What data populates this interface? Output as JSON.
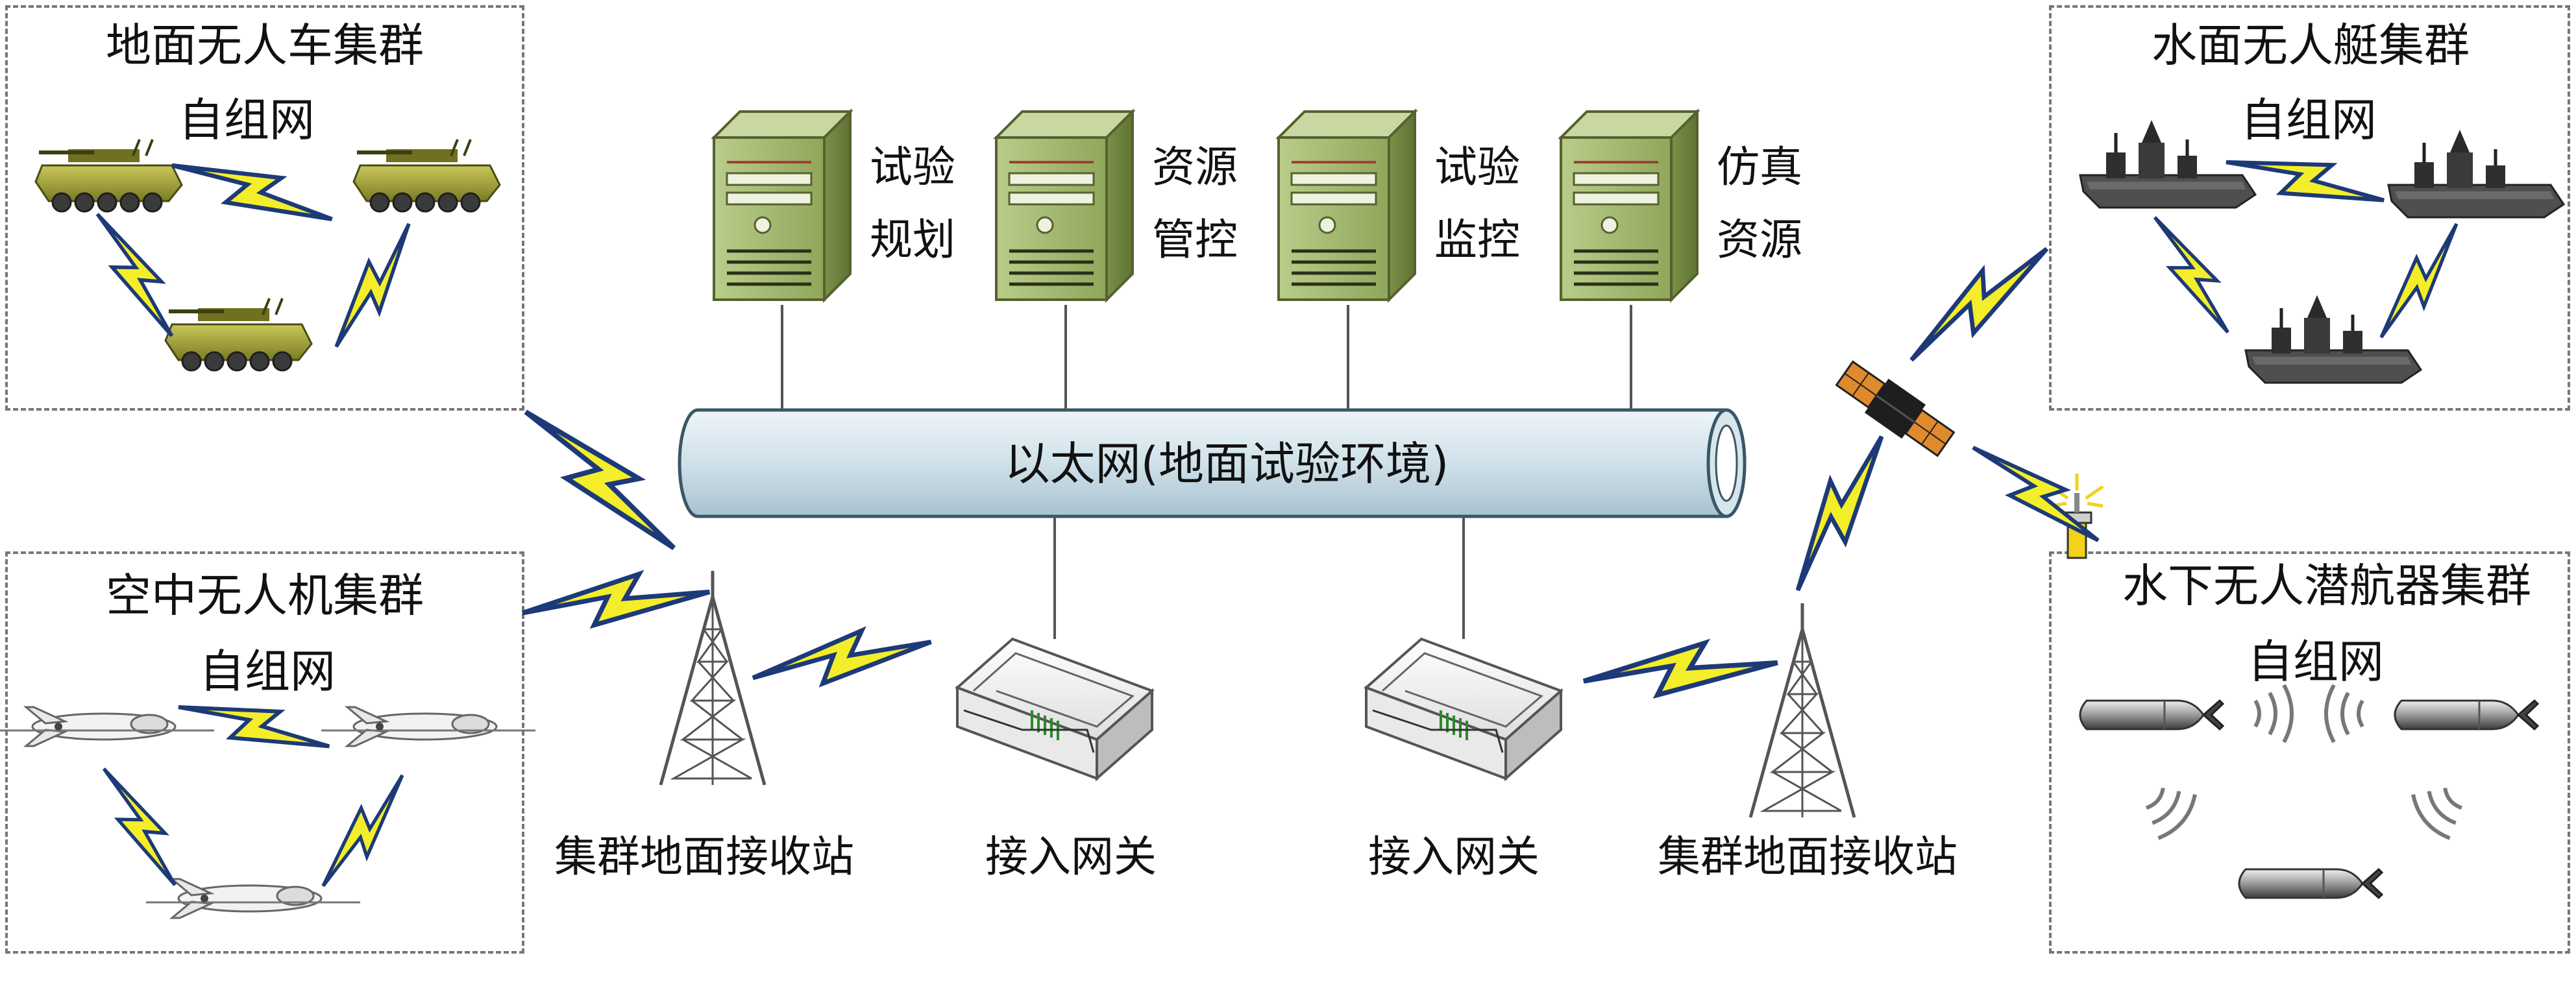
{
  "ground_vehicles": {
    "title": "地面无人车集群",
    "network": "自组网"
  },
  "air_uav": {
    "title": "空中无人机集群",
    "network": "自组网"
  },
  "surface_boats": {
    "title": "水面无人艇集群",
    "network": "自组网"
  },
  "underwater": {
    "title": "水下无人潜航器集群",
    "network": "自组网"
  },
  "servers": [
    {
      "line1": "试验",
      "line2": "规划"
    },
    {
      "line1": "资源",
      "line2": "管控"
    },
    {
      "line1": "试验",
      "line2": "监控"
    },
    {
      "line1": "仿真",
      "line2": "资源"
    }
  ],
  "ethernet": "以太网(地面试验环境)",
  "gateways": [
    "接入网关",
    "接入网关"
  ],
  "stations": [
    "集群地面接收站",
    "集群地面接收站"
  ],
  "colors": {
    "bolt_fill": "#f4ee2a",
    "bolt_stroke": "#1d3a78",
    "server_body": "#9db46a",
    "pipe_fill": "#cfe1ea",
    "dashed_border": "#777777"
  }
}
